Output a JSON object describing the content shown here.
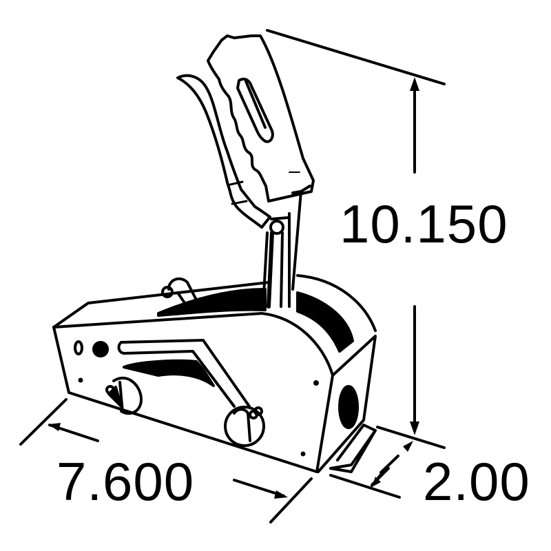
{
  "diagram": {
    "subject": "Automatic transmission gear shifter (side/iso view)",
    "colors": {
      "line": "#000000",
      "background": "#ffffff"
    },
    "dimensions": {
      "height": {
        "label": "10.150"
      },
      "length": {
        "label": "7.600"
      },
      "depth": {
        "label": "2.00"
      }
    },
    "parts": [
      "shifter-handle",
      "trigger-lever",
      "shift-rod",
      "housing",
      "gate-slot",
      "cable-mount-left",
      "cable-mount-right",
      "mounting-flange",
      "side-port"
    ]
  }
}
